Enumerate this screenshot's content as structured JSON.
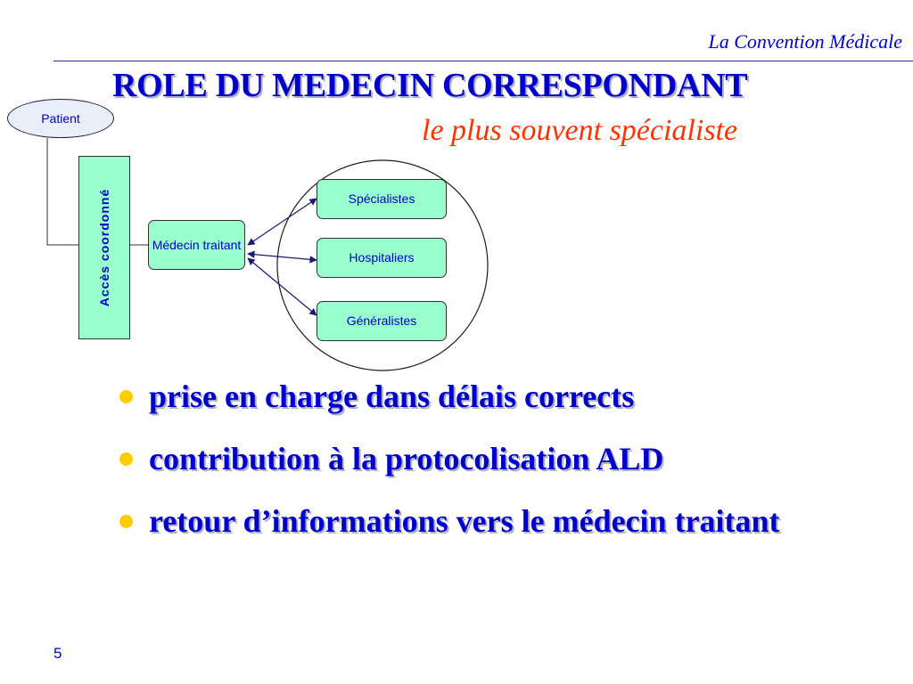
{
  "header": {
    "title": "La Convention Médicale"
  },
  "slide": {
    "title": "ROLE DU MEDECIN CORRESPONDANT",
    "subtitle": "le plus souvent spécialiste"
  },
  "diagram": {
    "patient": "Patient",
    "acces": "Accès coordonné",
    "medecin": "Médecin traitant",
    "targets": [
      "Spécialistes",
      "Hospitaliers",
      "Généralistes"
    ]
  },
  "bullets": [
    "prise en charge dans délais corrects",
    "contribution à la protocolisation ALD",
    "retour d’informations vers le médecin traitant"
  ],
  "page_number": "5",
  "colors": {
    "title": "#0000cc",
    "subtitle": "#ff3300",
    "box_fill": "#99ffcc",
    "bullet": "#ffcc00"
  }
}
